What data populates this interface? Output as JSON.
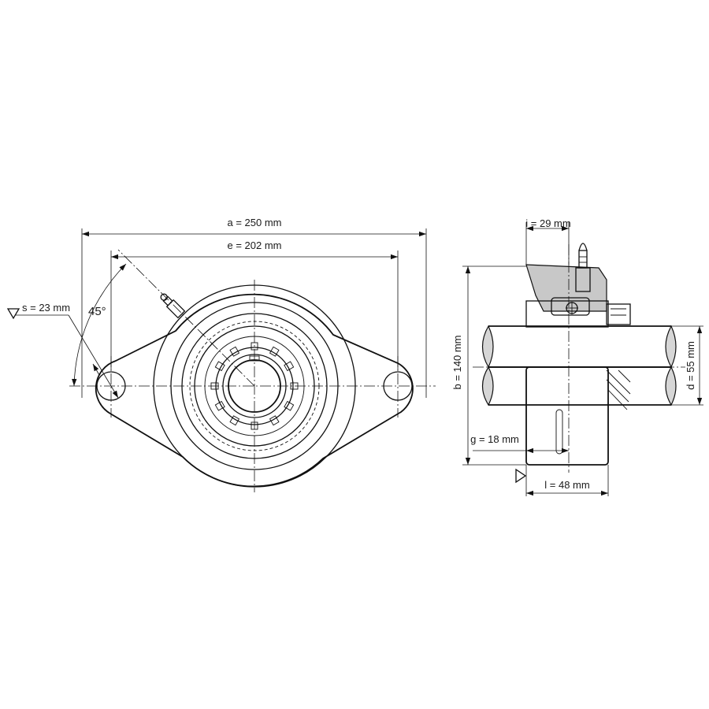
{
  "dimensions": {
    "a": "a = 250 mm",
    "e": "e = 202 mm",
    "s": "s = 23 mm",
    "angle": "45°",
    "i": "i = 29 mm",
    "b": "b = 140 mm",
    "d": "d = 55 mm",
    "g": "g = 18 mm",
    "l": "l = 48 mm"
  },
  "colors": {
    "line": "#111111",
    "housing_shade": "#c8c8c8",
    "shaft_shade": "#d6d6d6"
  }
}
